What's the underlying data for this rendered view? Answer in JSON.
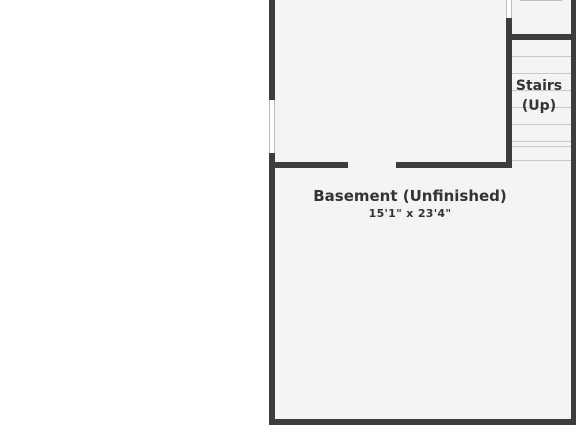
{
  "floorplan": {
    "rooms": [
      {
        "name": "Basement (Unfinished)",
        "dimensions": "15'1\" x 23'4\""
      },
      {
        "name_line1": "Stairs",
        "name_line2": "(Up)"
      }
    ],
    "colors": {
      "wall": "#3d3d3d",
      "floor": "#f4f4f4",
      "stair_line": "#c8c8c8",
      "background": "#ffffff"
    }
  }
}
